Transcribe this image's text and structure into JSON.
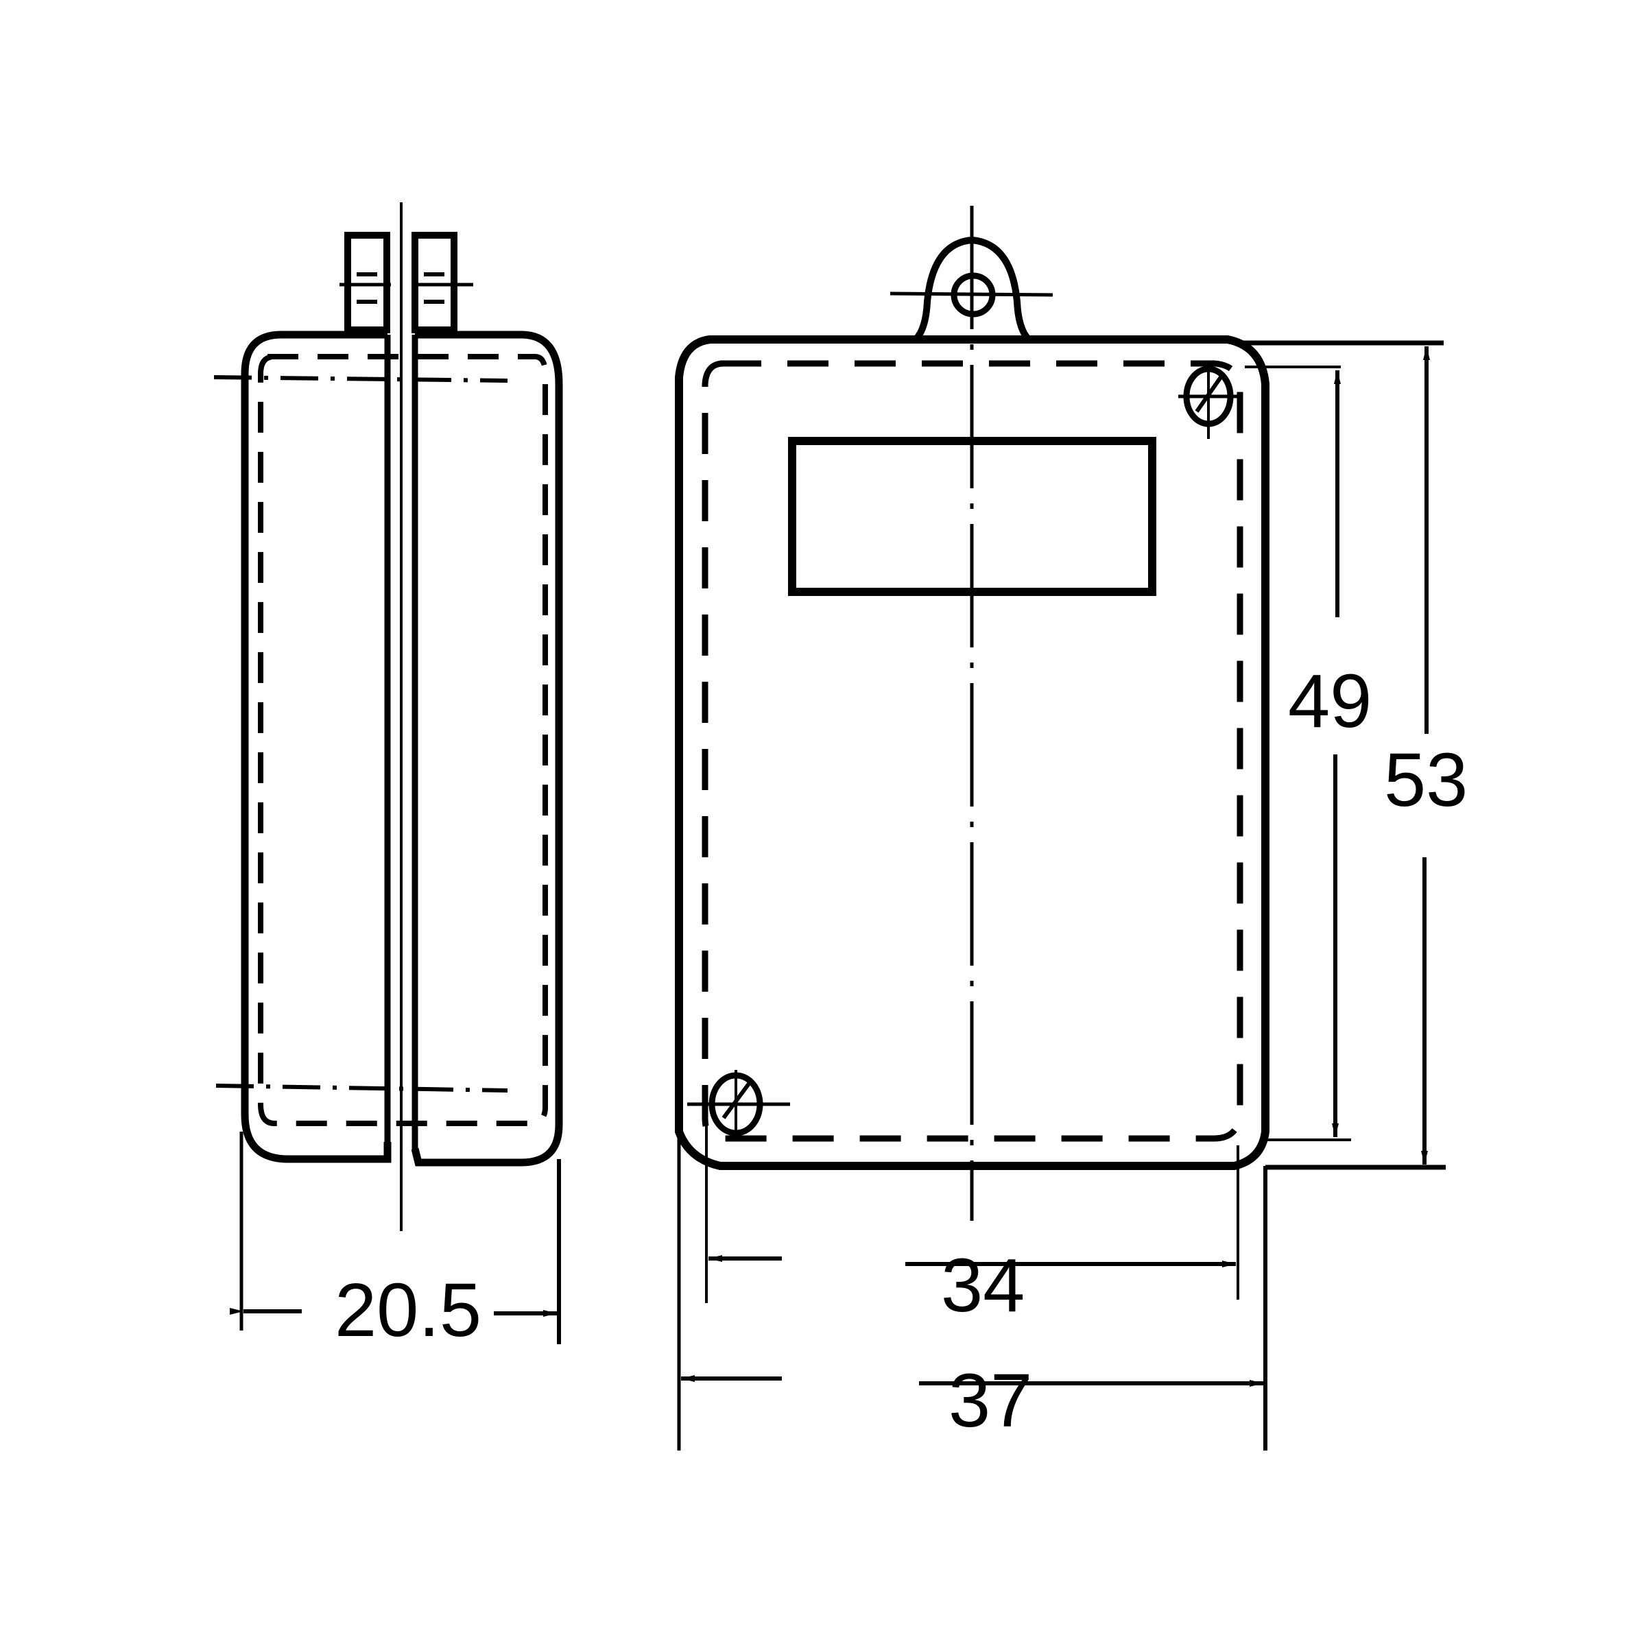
{
  "diagram": {
    "type": "technical-drawing",
    "views": [
      {
        "name": "side-view",
        "description": "Side view with two terminal pins"
      },
      {
        "name": "front-view",
        "description": "Front view with mounting tab, screw holes and label window"
      }
    ],
    "dimensions": {
      "side_width": "20.5",
      "inner_height": "49",
      "outer_height": "53",
      "inner_width": "34",
      "outer_width": "37"
    },
    "colors": {
      "line": "#000000",
      "background": "#ffffff"
    }
  }
}
